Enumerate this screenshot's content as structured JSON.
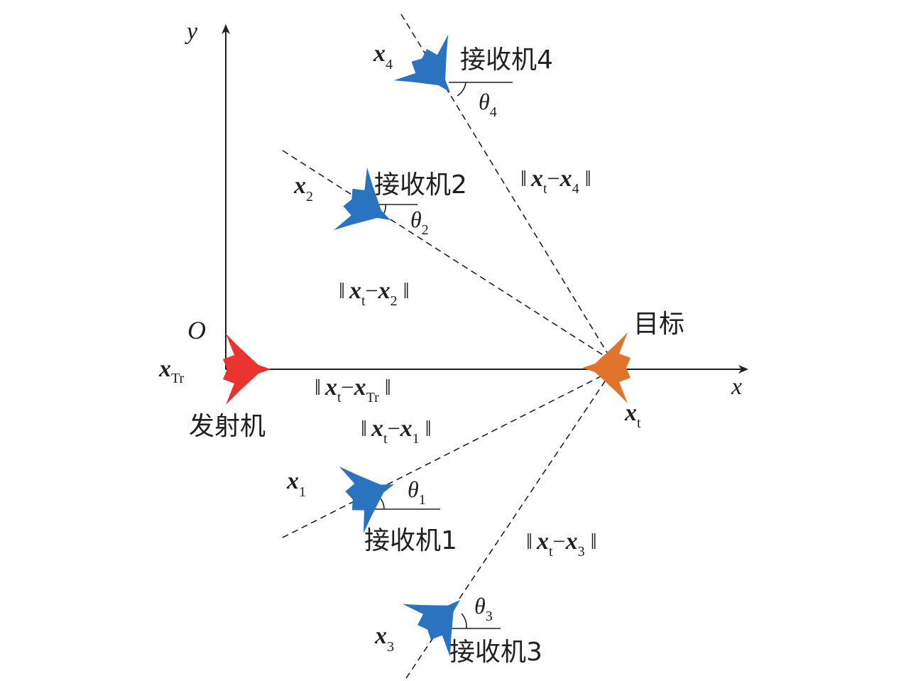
{
  "axes": {
    "x_label": "x",
    "y_label": "y",
    "origin_label": "O"
  },
  "transmitter": {
    "label": "发射机",
    "var": "x",
    "var_sub": "Tr",
    "color": "#e8332e"
  },
  "target": {
    "label": "目标",
    "var": "x",
    "var_sub": "t",
    "color": "#e0742b"
  },
  "receivers": [
    {
      "label": "接收机1",
      "var": "x",
      "var_sub": "1",
      "theta": "θ",
      "theta_sub": "1",
      "color": "#2a73c0"
    },
    {
      "label": "接收机2",
      "var": "x",
      "var_sub": "2",
      "theta": "θ",
      "theta_sub": "2",
      "color": "#2a73c0"
    },
    {
      "label": "接收机3",
      "var": "x",
      "var_sub": "3",
      "theta": "θ",
      "theta_sub": "3",
      "color": "#2a73c0"
    },
    {
      "label": "接收机4",
      "var": "x",
      "var_sub": "4",
      "theta": "θ",
      "theta_sub": "4",
      "color": "#2a73c0"
    }
  ],
  "distances": {
    "tr": {
      "bar_l": "‖",
      "a": "x",
      "a_sub": "t",
      "minus": "−",
      "b": "x",
      "b_sub": "Tr",
      "bar_r": "‖"
    },
    "r1": {
      "bar_l": "‖",
      "a": "x",
      "a_sub": "t",
      "minus": "−",
      "b": "x",
      "b_sub": "1",
      "bar_r": "‖"
    },
    "r2": {
      "bar_l": "‖",
      "a": "x",
      "a_sub": "t",
      "minus": "−",
      "b": "x",
      "b_sub": "2",
      "bar_r": "‖"
    },
    "r3": {
      "bar_l": "‖",
      "a": "x",
      "a_sub": "t",
      "minus": "−",
      "b": "x",
      "b_sub": "3",
      "bar_r": "‖"
    },
    "r4": {
      "bar_l": "‖",
      "a": "x",
      "a_sub": "t",
      "minus": "−",
      "b": "x",
      "b_sub": "4",
      "bar_r": "‖"
    }
  }
}
